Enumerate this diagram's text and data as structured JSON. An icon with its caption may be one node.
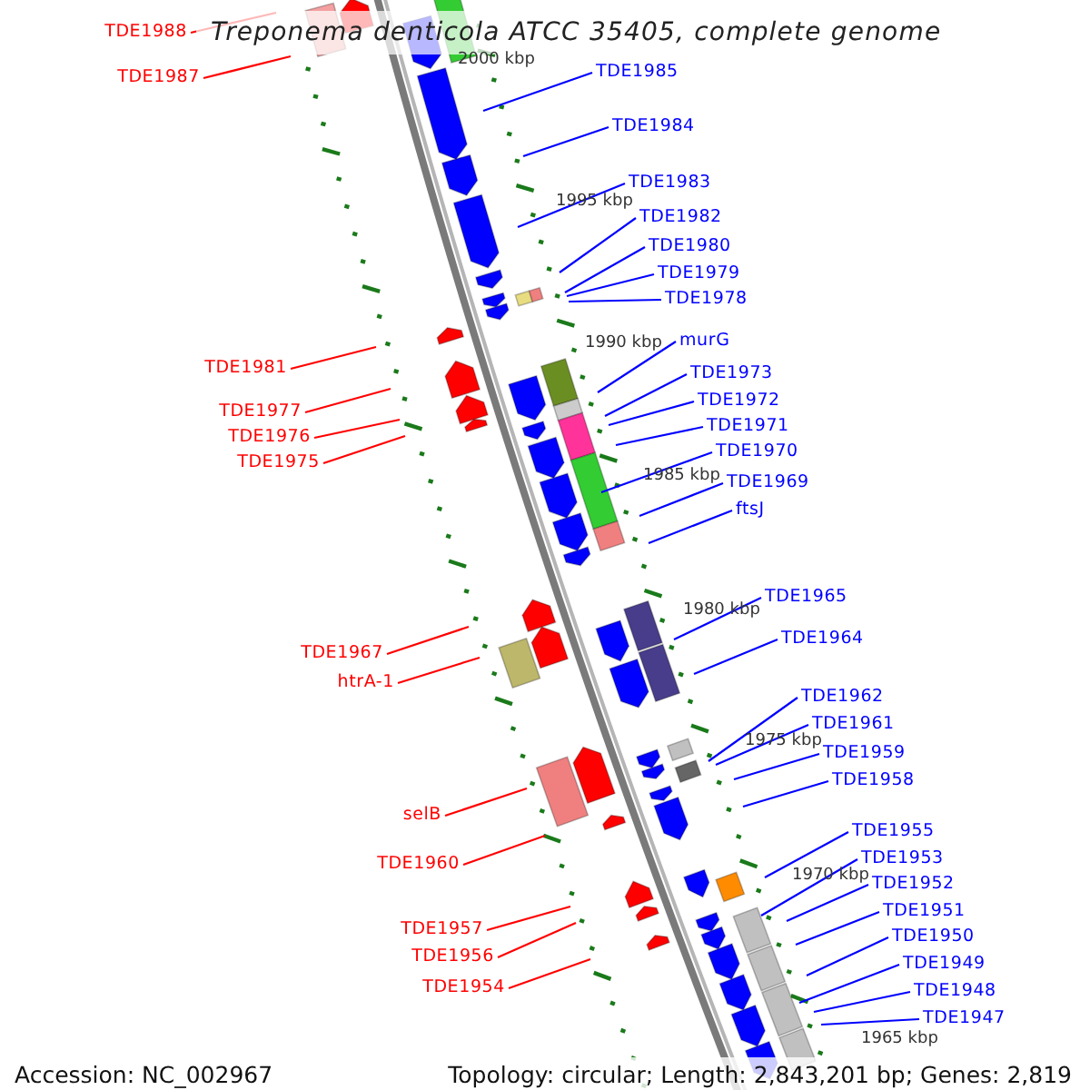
{
  "diagram": {
    "title": "Treponema denticola ATCC 35405, complete genome",
    "nodes": [
      {
        "text": [
          "TDE1988"
        ]
      },
      {
        "text": [
          "TDE1985"
        ]
      },
      {
        "text": [
          "TDE1987"
        ]
      },
      {
        "text": [
          "TDE1984"
        ]
      },
      {
        "text": [
          "TDE1983"
        ]
      },
      {
        "text": [
          "TDE1982"
        ]
      },
      {
        "text": [
          "TDE1980"
        ]
      },
      {
        "text": [
          "TDE1979"
        ]
      },
      {
        "text": [
          "TDE1978"
        ]
      },
      {
        "text": [
          "murG"
        ]
      },
      {
        "text": [
          "TDE1981"
        ]
      },
      {
        "text": [
          "TDE1973"
        ]
      },
      {
        "text": [
          "TDE1972"
        ]
      },
      {
        "text": [
          "TDE1977"
        ]
      },
      {
        "text": [
          "TDE1971"
        ]
      },
      {
        "text": [
          "TDE1976"
        ]
      },
      {
        "text": [
          "TDE1970"
        ]
      },
      {
        "text": [
          "TDE1975"
        ]
      },
      {
        "text": [
          "TDE1969"
        ]
      },
      {
        "text": [
          "ftsJ"
        ]
      },
      {
        "text": [
          "TDE1965"
        ]
      },
      {
        "text": [
          "TDE1964"
        ]
      },
      {
        "text": [
          "TDE1967"
        ]
      },
      {
        "text": [
          "htrA-1"
        ]
      },
      {
        "text": [
          "TDE1962"
        ]
      },
      {
        "text": [
          "TDE1961"
        ]
      },
      {
        "text": [
          "TDE1959"
        ]
      },
      {
        "text": [
          "TDE1958"
        ]
      },
      {
        "text": [
          "selB"
        ]
      },
      {
        "text": [
          "TDE1955"
        ]
      },
      {
        "text": [
          "TDE1953"
        ]
      },
      {
        "text": [
          "TDE1960"
        ]
      },
      {
        "text": [
          "TDE1952"
        ]
      },
      {
        "text": [
          "TDE1951"
        ]
      },
      {
        "text": [
          "TDE1957"
        ]
      },
      {
        "text": [
          "TDE1950"
        ]
      },
      {
        "text": [
          "TDE1956"
        ]
      },
      {
        "text": [
          "TDE1949"
        ]
      },
      {
        "text": [
          "TDE1954"
        ]
      },
      {
        "text": [
          "TDE1948"
        ]
      },
      {
        "text": [
          "TDE1947"
        ]
      }
    ],
    "edges": [
      {
        "from": 0,
        "to": null,
        "arrow": "none",
        "color": "#ff0000"
      },
      {
        "from": 1,
        "to": null,
        "arrow": "none"
      },
      {
        "from": 2,
        "to": null,
        "arrow": "none",
        "color": "#ff0000"
      },
      {
        "from": 3,
        "to": null,
        "arrow": "none"
      },
      {
        "from": 4,
        "to": null,
        "arrow": "none"
      },
      {
        "from": 5,
        "to": null,
        "arrow": "none"
      },
      {
        "from": 6,
        "to": null,
        "arrow": "none"
      },
      {
        "from": 7,
        "to": null,
        "arrow": "none"
      },
      {
        "from": 8,
        "to": null,
        "arrow": "none"
      },
      {
        "from": 9,
        "to": null,
        "arrow": "none"
      },
      {
        "from": 10,
        "to": null,
        "arrow": "none",
        "color": "#ff0000"
      },
      {
        "from": 11,
        "to": null,
        "arrow": "none"
      },
      {
        "from": 12,
        "to": null,
        "arrow": "none"
      },
      {
        "from": 13,
        "to": null,
        "arrow": "none",
        "color": "#ff0000"
      },
      {
        "from": 14,
        "to": null,
        "arrow": "none"
      },
      {
        "from": 15,
        "to": null,
        "arrow": "none",
        "color": "#ff0000"
      },
      {
        "from": 16,
        "to": null,
        "arrow": "none"
      },
      {
        "from": 17,
        "to": null,
        "arrow": "none",
        "color": "#ff0000"
      },
      {
        "from": 18,
        "to": null,
        "arrow": "none"
      },
      {
        "from": 19,
        "to": null,
        "arrow": "none"
      },
      {
        "from": 20,
        "to": null,
        "arrow": "none"
      },
      {
        "from": 21,
        "to": null,
        "arrow": "none"
      },
      {
        "from": 22,
        "to": null,
        "arrow": "none",
        "color": "#ff0000"
      },
      {
        "from": 23,
        "to": null,
        "arrow": "none",
        "color": "#ff0000"
      },
      {
        "from": 24,
        "to": null,
        "arrow": "none"
      },
      {
        "from": 25,
        "to": null,
        "arrow": "none"
      },
      {
        "from": 26,
        "to": null,
        "arrow": "none"
      },
      {
        "from": 27,
        "to": null,
        "arrow": "none"
      },
      {
        "from": 28,
        "to": null,
        "arrow": "none",
        "color": "#ff0000"
      },
      {
        "from": 29,
        "to": null,
        "arrow": "none"
      },
      {
        "from": 30,
        "to": null,
        "arrow": "none"
      },
      {
        "from": 31,
        "to": null,
        "arrow": "none",
        "color": "#ff0000"
      },
      {
        "from": 32,
        "to": null,
        "arrow": "none"
      },
      {
        "from": 33,
        "to": null,
        "arrow": "none"
      },
      {
        "from": 34,
        "to": null,
        "arrow": "none",
        "color": "#ff0000"
      },
      {
        "from": 35,
        "to": null,
        "arrow": "none"
      },
      {
        "from": 36,
        "to": null,
        "arrow": "none",
        "color": "#ff0000"
      },
      {
        "from": 37,
        "to": null,
        "arrow": "none"
      },
      {
        "from": 38,
        "to": null,
        "arrow": "none",
        "color": "#ff0000"
      },
      {
        "from": 39,
        "to": null,
        "arrow": "none"
      },
      {
        "from": 40,
        "to": null,
        "arrow": "none"
      }
    ],
    "labels": [
      "2000 kbp",
      "1995 kbp",
      "1990 kbp",
      "1985 kbp",
      "1980 kbp",
      "1975 kbp",
      "1970 kbp",
      "1965 kbp",
      "Accession: NC_002967",
      "Topology: circular; Length: 2,843,201 bp; Genes: 2,819"
    ]
  }
}
